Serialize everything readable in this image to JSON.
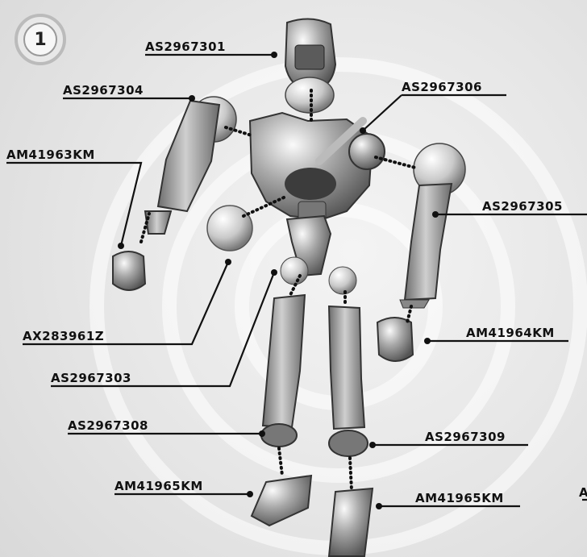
{
  "badge": {
    "number": "1"
  },
  "parts": [
    {
      "id": "head",
      "label": "AS2967301"
    },
    {
      "id": "left-arm-upper",
      "label": "AS2967304"
    },
    {
      "id": "torso-joint",
      "label": "AS2967306"
    },
    {
      "id": "left-hand",
      "label": "AM41963KM"
    },
    {
      "id": "right-arm",
      "label": "AS2967305"
    },
    {
      "id": "right-hand",
      "label": "AM41964KM"
    },
    {
      "id": "ball-joint",
      "label": "AX283961Z"
    },
    {
      "id": "hip",
      "label": "AS2967303"
    },
    {
      "id": "left-leg",
      "label": "AS2967308"
    },
    {
      "id": "right-leg",
      "label": "AS2967309"
    },
    {
      "id": "left-foot",
      "label": "AM41965KM"
    },
    {
      "id": "right-foot",
      "label": "AM41965KM"
    },
    {
      "id": "offscreen",
      "label": "A"
    }
  ],
  "colors": {
    "label": "#111111",
    "robot": "#9a9a9a",
    "leader": "#111111"
  }
}
